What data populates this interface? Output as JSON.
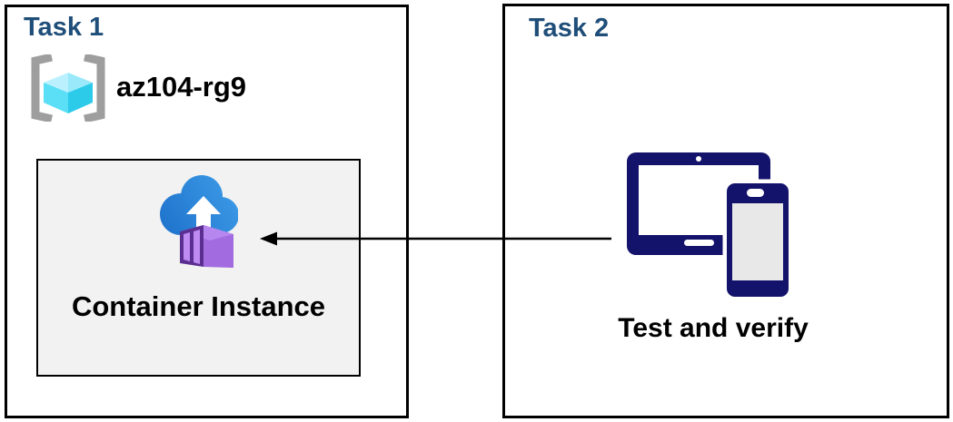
{
  "task1": {
    "title": "Task 1",
    "resource_group_name": "az104-rg9",
    "container_label": "Container Instance"
  },
  "task2": {
    "title": "Task 2",
    "label": "Test and verify"
  },
  "arrow": {
    "direction": "right-to-left",
    "from": "devices",
    "to": "container-instance"
  },
  "icons": {
    "resource_group": "brackets-around-cyan-cube",
    "container_instance": "blue-cloud-white-up-arrow-purple-container",
    "devices": "tablet-with-phone"
  },
  "colors": {
    "title_blue": "#1F4E79",
    "panel_border": "#000000",
    "container_box_bg": "#F2F2F2",
    "text_black": "#000000",
    "device_navy": "#14136B",
    "device_screen_gray": "#E8E8E8",
    "cloud_blue_dark": "#1E72CB",
    "cloud_blue_light": "#3F9EE9",
    "purple_dark": "#5B2F91",
    "purple_panel": "#BE8BF2",
    "purple_top": "#B687EF",
    "purple_side": "#A26BE0",
    "cube_top_left": "#BBF1FF",
    "cube_top_right": "#99E9FA",
    "cube_left": "#5ADFF6",
    "cube_right": "#2CCBEA",
    "bracket_gray": "#9E9E9E",
    "arrow_black": "#000000"
  }
}
